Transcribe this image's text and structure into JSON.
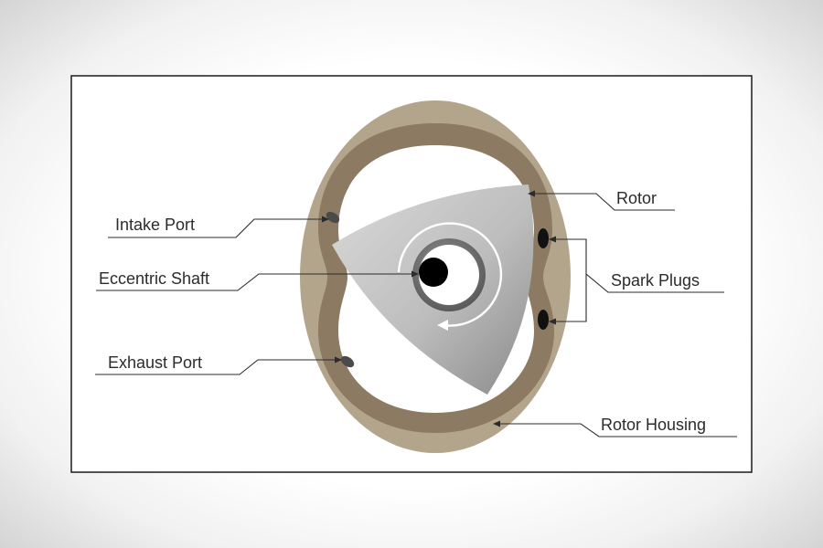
{
  "diagram": {
    "labels": {
      "intake_port": "Intake Port",
      "eccentric_shaft": "Eccentric Shaft",
      "exhaust_port": "Exhaust Port",
      "rotor": "Rotor",
      "spark_plugs": "Spark Plugs",
      "rotor_housing": "Rotor Housing"
    },
    "colors": {
      "housing_outer": "#b3a48c",
      "housing_inner": "#8c7a62",
      "rotor_light": "#cdcdcd",
      "rotor_dark": "#8e8e8e",
      "shaft": "#000000",
      "leader_line": "#2b2b2b",
      "frame": "#1a1a1a"
    }
  }
}
